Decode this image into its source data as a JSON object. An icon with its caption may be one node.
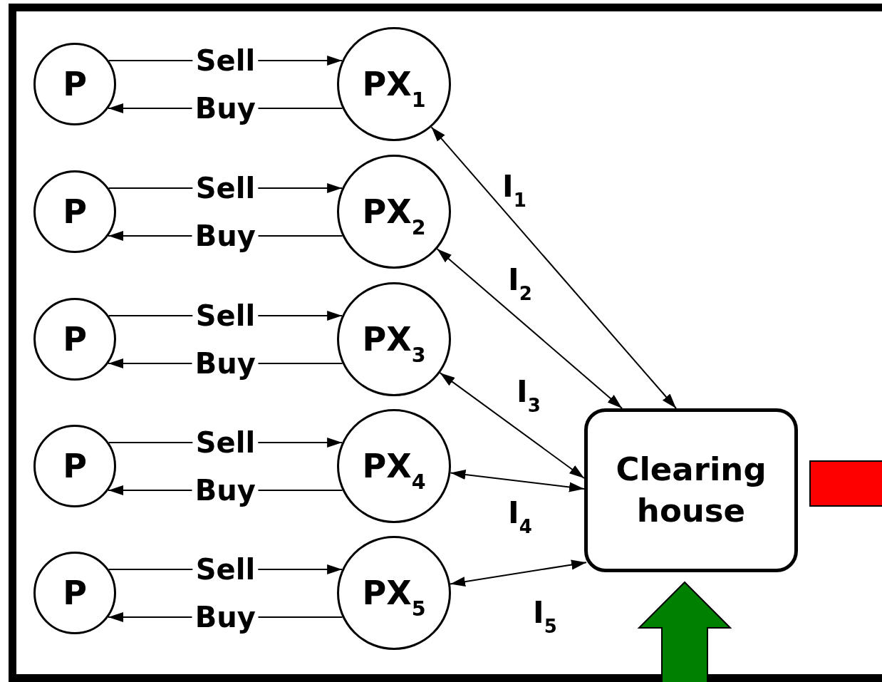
{
  "diagram": {
    "nodes": [
      {
        "text": [
          "P"
        ]
      },
      {
        "text": [
          "PX$_{1}$"
        ]
      },
      {
        "text": [
          "P"
        ]
      },
      {
        "text": [
          "PX$_{2}$"
        ]
      },
      {
        "text": [
          "P"
        ]
      },
      {
        "text": [
          "PX$_{3}$"
        ]
      },
      {
        "text": [
          "P"
        ]
      },
      {
        "text": [
          "PX$_{4}$"
        ]
      },
      {
        "text": [
          "P"
        ]
      },
      {
        "text": [
          "PX$_{5}$"
        ]
      },
      {
        "text": [
          "Clearing house"
        ]
      },
      {
        "text": [],
        "shape": "bar"
      }
    ],
    "edges": [
      {
        "from": 0,
        "to": 1,
        "arrow": "to",
        "label": "Sell"
      },
      {
        "from": 1,
        "to": 0,
        "arrow": "to",
        "label": "Buy"
      },
      {
        "from": 2,
        "to": 3,
        "arrow": "to",
        "label": "Sell"
      },
      {
        "from": 3,
        "to": 2,
        "arrow": "to",
        "label": "Buy"
      },
      {
        "from": 4,
        "to": 5,
        "arrow": "to",
        "label": "Sell"
      },
      {
        "from": 5,
        "to": 4,
        "arrow": "to",
        "label": "Buy"
      },
      {
        "from": 6,
        "to": 7,
        "arrow": "to",
        "label": "Sell"
      },
      {
        "from": 7,
        "to": 6,
        "arrow": "to",
        "label": "Buy"
      },
      {
        "from": 8,
        "to": 9,
        "arrow": "to",
        "label": "Sell"
      },
      {
        "from": 9,
        "to": 8,
        "arrow": "to",
        "label": "Buy"
      },
      {
        "from": 1,
        "to": 10,
        "arrow": "both",
        "label": "I$_{1}$"
      },
      {
        "from": 3,
        "to": 10,
        "arrow": "both",
        "label": "I$_{2}$"
      },
      {
        "from": 5,
        "to": 10,
        "arrow": "both",
        "label": "I$_{3}$"
      },
      {
        "from": 7,
        "to": 10,
        "arrow": "both",
        "label": "I$_{4}$"
      },
      {
        "from": 9,
        "to": 10,
        "arrow": "both",
        "label": "I$_{5}$"
      },
      {
        "from": null,
        "to": 10,
        "arrow": "to",
        "style": "thick",
        "color": "#008000"
      }
    ]
  }
}
